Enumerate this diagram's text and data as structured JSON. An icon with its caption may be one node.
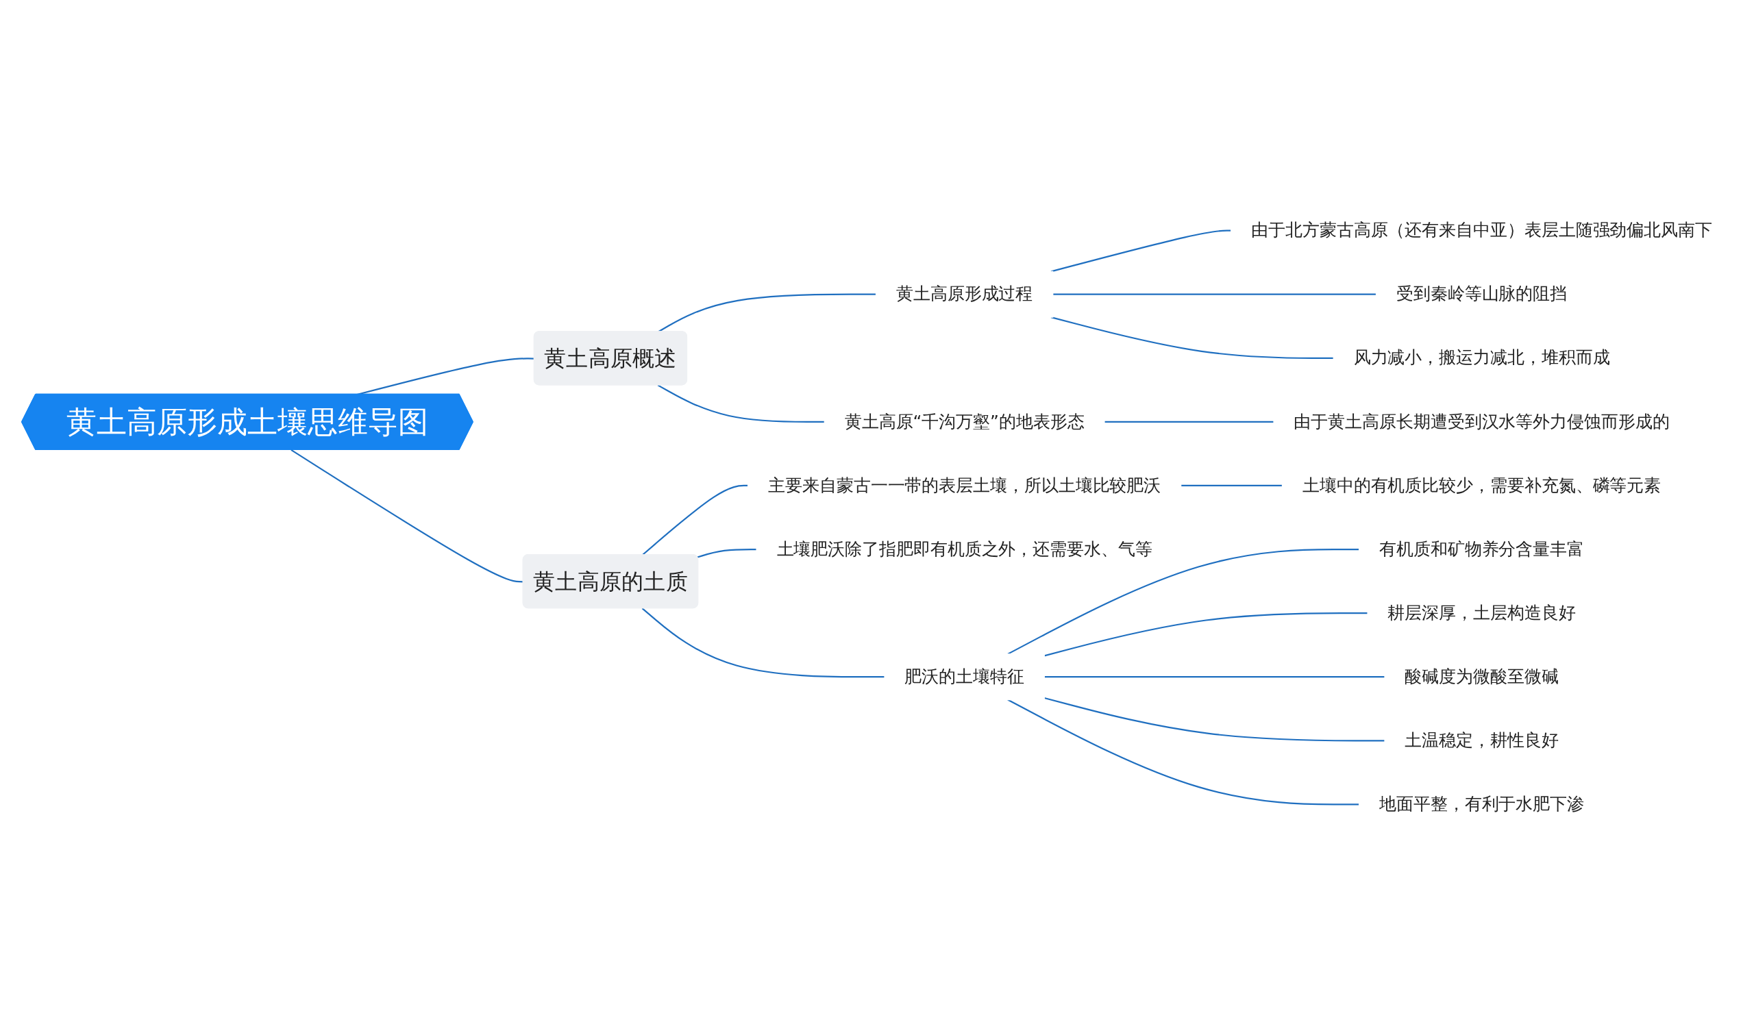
{
  "diagram": {
    "nodes": [
      {
        "text": [
          "黄土高原形成土壤思维导图"
        ]
      },
      {
        "text": [
          "黄土高原概述"
        ]
      },
      {
        "text": [
          "黄土高原形成过程"
        ]
      },
      {
        "text": [
          "由于北方蒙古高原（还有来自中亚）表层土随强劲偏北风南下"
        ]
      },
      {
        "text": [
          "受到秦岭等山脉的阻挡"
        ]
      },
      {
        "text": [
          "风力减小，搬运力减北，堆积而成"
        ]
      },
      {
        "text": [
          "黄土高原“千沟万壑”的地表形态"
        ]
      },
      {
        "text": [
          "由于黄土高原长期遭受到汉水等外力侵蚀而形成的"
        ]
      },
      {
        "text": [
          "黄土高原的土质"
        ]
      },
      {
        "text": [
          "主要来自蒙古一一带的表层土壤，所以土壤比较肥沃"
        ]
      },
      {
        "text": [
          "土壤中的有机质比较少，需要补充氮、磷等元素"
        ]
      },
      {
        "text": [
          "土壤肥沃除了指肥即有机质之外，还需要水、气等"
        ]
      },
      {
        "text": [
          "肥沃的土壤特征"
        ]
      },
      {
        "text": [
          "有机质和矿物养分含量丰富"
        ]
      },
      {
        "text": [
          "耕层深厚，土层构造良好"
        ]
      },
      {
        "text": [
          "酸碱度为微酸至微碱"
        ]
      },
      {
        "text": [
          "土温稳定，耕性良好"
        ]
      },
      {
        "text": [
          "地面平整，有利于水肥下渗"
        ]
      }
    ],
    "edges": [
      {
        "from": 0,
        "to": 1,
        "arrow": "none"
      },
      {
        "from": 1,
        "to": 2,
        "arrow": "none"
      },
      {
        "from": 2,
        "to": 3,
        "arrow": "none"
      },
      {
        "from": 2,
        "to": 4,
        "arrow": "none"
      },
      {
        "from": 2,
        "to": 5,
        "arrow": "none"
      },
      {
        "from": 1,
        "to": 6,
        "arrow": "none"
      },
      {
        "from": 6,
        "to": 7,
        "arrow": "none"
      },
      {
        "from": 0,
        "to": 8,
        "arrow": "none"
      },
      {
        "from": 8,
        "to": 9,
        "arrow": "none"
      },
      {
        "from": 9,
        "to": 10,
        "arrow": "none"
      },
      {
        "from": 8,
        "to": 11,
        "arrow": "none"
      },
      {
        "from": 8,
        "to": 12,
        "arrow": "none"
      },
      {
        "from": 12,
        "to": 13,
        "arrow": "none"
      },
      {
        "from": 12,
        "to": 14,
        "arrow": "none"
      },
      {
        "from": 12,
        "to": 15,
        "arrow": "none"
      },
      {
        "from": 12,
        "to": 16,
        "arrow": "none"
      },
      {
        "from": 12,
        "to": 17,
        "arrow": "none"
      }
    ]
  }
}
